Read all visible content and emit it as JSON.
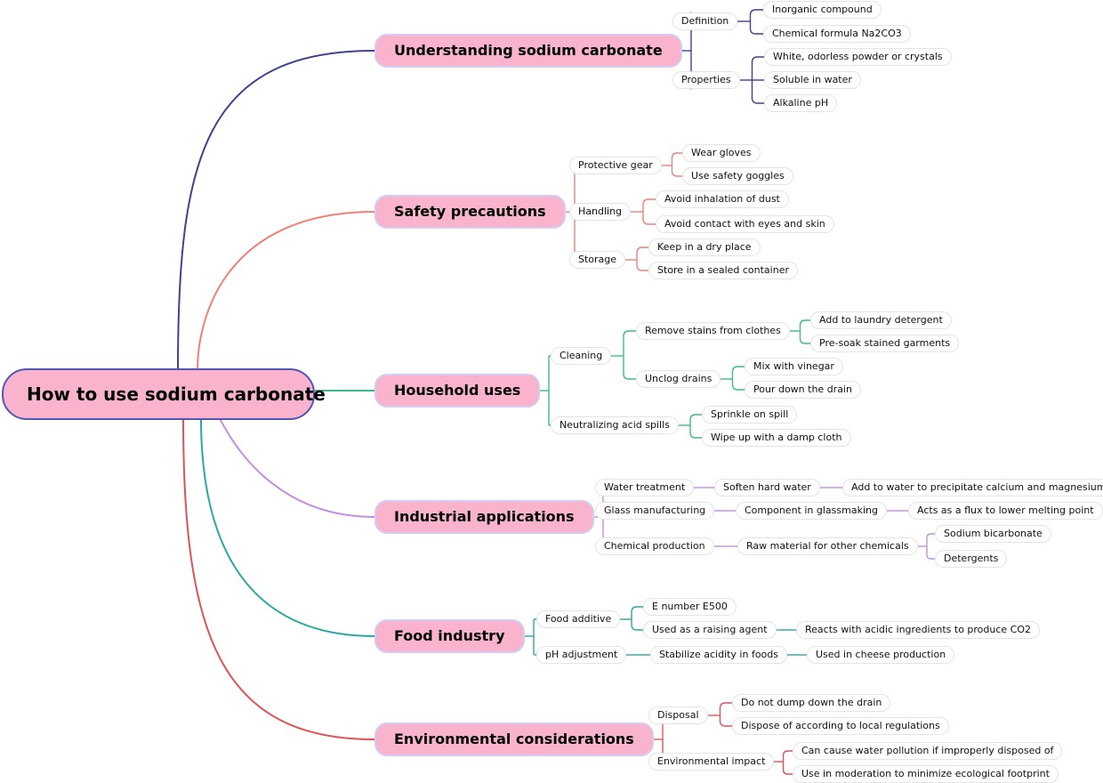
{
  "root": {
    "label": "How to use sodium carbonate"
  },
  "branches": [
    {
      "label": "Understanding sodium carbonate",
      "color": "#3f4191",
      "children": [
        {
          "label": "Definition",
          "children": [
            {
              "label": "Inorganic compound"
            },
            {
              "label": "Chemical formula Na2CO3"
            }
          ]
        },
        {
          "label": "Properties",
          "children": [
            {
              "label": "White, odorless powder or crystals"
            },
            {
              "label": "Soluble in water"
            },
            {
              "label": "Alkaline pH"
            }
          ]
        }
      ]
    },
    {
      "label": "Safety precautions",
      "color": "#f08079",
      "children": [
        {
          "label": "Protective gear",
          "children": [
            {
              "label": "Wear gloves"
            },
            {
              "label": "Use safety goggles"
            }
          ]
        },
        {
          "label": "Handling",
          "children": [
            {
              "label": "Avoid inhalation of dust"
            },
            {
              "label": "Avoid contact with eyes and skin"
            }
          ]
        },
        {
          "label": "Storage",
          "children": [
            {
              "label": "Keep in a dry place"
            },
            {
              "label": "Store in a sealed container"
            }
          ]
        }
      ]
    },
    {
      "label": "Household uses",
      "color": "#3dbd85",
      "children": [
        {
          "label": "Cleaning",
          "children": [
            {
              "label": "Remove stains from clothes",
              "children": [
                {
                  "label": "Add to laundry detergent"
                },
                {
                  "label": "Pre-soak stained garments"
                }
              ]
            },
            {
              "label": "Unclog drains",
              "children": [
                {
                  "label": "Mix with vinegar"
                },
                {
                  "label": "Pour down the drain"
                }
              ]
            }
          ]
        },
        {
          "label": "Neutralizing acid spills",
          "children": [
            {
              "label": "Sprinkle on spill"
            },
            {
              "label": "Wipe up with a damp cloth"
            }
          ]
        }
      ]
    },
    {
      "label": "Industrial applications",
      "color": "#c48ee0",
      "children": [
        {
          "label": "Water treatment",
          "children": [
            {
              "label": "Soften hard water",
              "children": [
                {
                  "label": "Add to water to precipitate calcium and magnesium"
                }
              ]
            }
          ]
        },
        {
          "label": "Glass manufacturing",
          "children": [
            {
              "label": "Component in glassmaking",
              "children": [
                {
                  "label": "Acts as a flux to lower melting point"
                }
              ]
            }
          ]
        },
        {
          "label": "Chemical production",
          "children": [
            {
              "label": "Raw material for other chemicals",
              "children": [
                {
                  "label": "Sodium bicarbonate"
                },
                {
                  "label": "Detergents"
                }
              ]
            }
          ]
        }
      ]
    },
    {
      "label": "Food industry",
      "color": "#2aa8a0",
      "children": [
        {
          "label": "Food additive",
          "children": [
            {
              "label": "E number E500"
            },
            {
              "label": "Used as a raising agent",
              "children": [
                {
                  "label": "Reacts with acidic ingredients to produce CO2"
                }
              ]
            }
          ]
        },
        {
          "label": "pH adjustment",
          "children": [
            {
              "label": "Stabilize acidity in foods",
              "children": [
                {
                  "label": "Used in cheese production"
                }
              ]
            }
          ]
        }
      ]
    },
    {
      "label": "Environmental considerations",
      "color": "#e0525a",
      "children": [
        {
          "label": "Disposal",
          "children": [
            {
              "label": "Do not dump down the drain"
            },
            {
              "label": "Dispose of according to local regulations"
            }
          ]
        },
        {
          "label": "Environmental impact",
          "children": [
            {
              "label": "Can cause water pollution if improperly disposed of"
            },
            {
              "label": "Use in moderation to minimize ecological footprint"
            }
          ]
        }
      ]
    }
  ]
}
